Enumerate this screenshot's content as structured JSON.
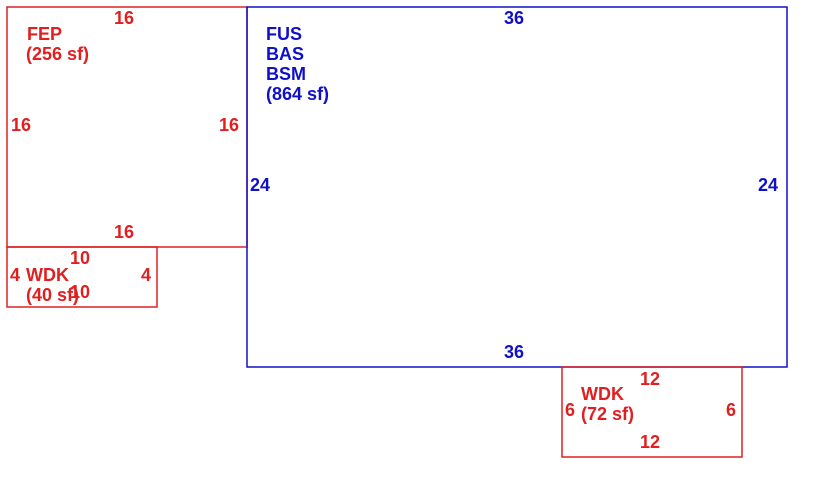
{
  "colors": {
    "red": "#e02020",
    "blue": "#1010c8"
  },
  "areas": {
    "fep": {
      "name": "FEP",
      "area": "(256 sf)",
      "top": "16",
      "bottom": "16",
      "left": "16",
      "right": "16"
    },
    "main": {
      "names": [
        "FUS",
        "BAS",
        "BSM"
      ],
      "area": "(864 sf)",
      "top": "36",
      "bottom": "36",
      "left": "24",
      "right": "24"
    },
    "wdk_small": {
      "name": "WDK",
      "area": "(40 sf)",
      "top": "10",
      "bottom": "10",
      "left": "4",
      "right": "4"
    },
    "wdk_large": {
      "name": "WDK",
      "area": "(72 sf)",
      "top": "12",
      "bottom": "12",
      "left": "6",
      "right": "6"
    }
  }
}
